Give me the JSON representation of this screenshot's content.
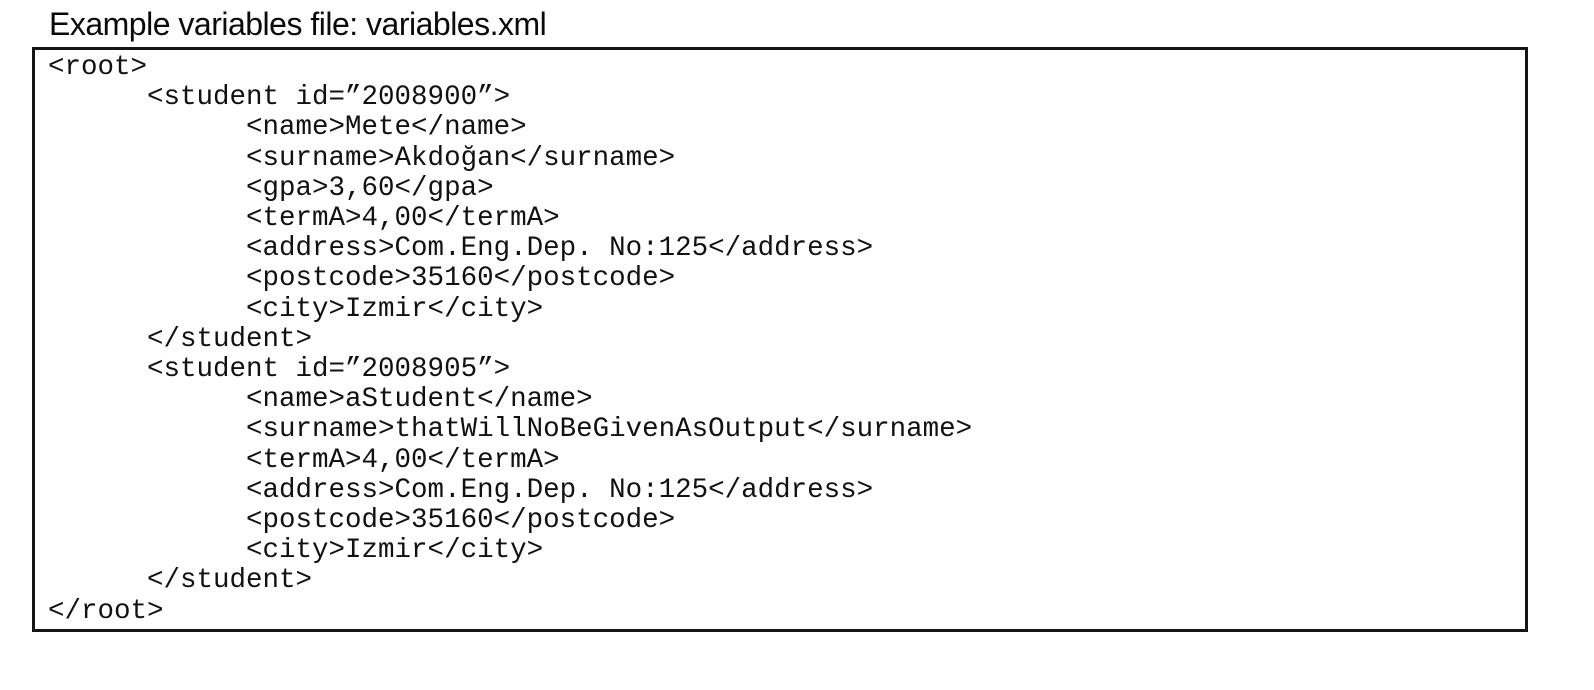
{
  "page": {
    "title": "Example variables file: variables.xml",
    "background_color": "#ffffff",
    "text_color": "#111111",
    "box_border_color": "#141414"
  },
  "code_box": {
    "language": "xml",
    "lines": [
      "<root>",
      "      <student id=”2008900”>",
      "            <name>Mete</name>",
      "            <surname>Akdoğan</surname>",
      "            <gpa>3,60</gpa>",
      "            <termA>4,00</termA>",
      "            <address>Com.Eng.Dep. No:125</address>",
      "            <postcode>35160</postcode>",
      "            <city>Izmir</city>",
      "      </student>",
      "      <student id=”2008905”>",
      "            <name>aStudent</name>",
      "            <surname>thatWillNoBeGivenAsOutput</surname>",
      "            <termA>4,00</termA>",
      "            <address>Com.Eng.Dep. No:125</address>",
      "            <postcode>35160</postcode>",
      "            <city>Izmir</city>",
      "      </student>",
      "</root>"
    ]
  }
}
